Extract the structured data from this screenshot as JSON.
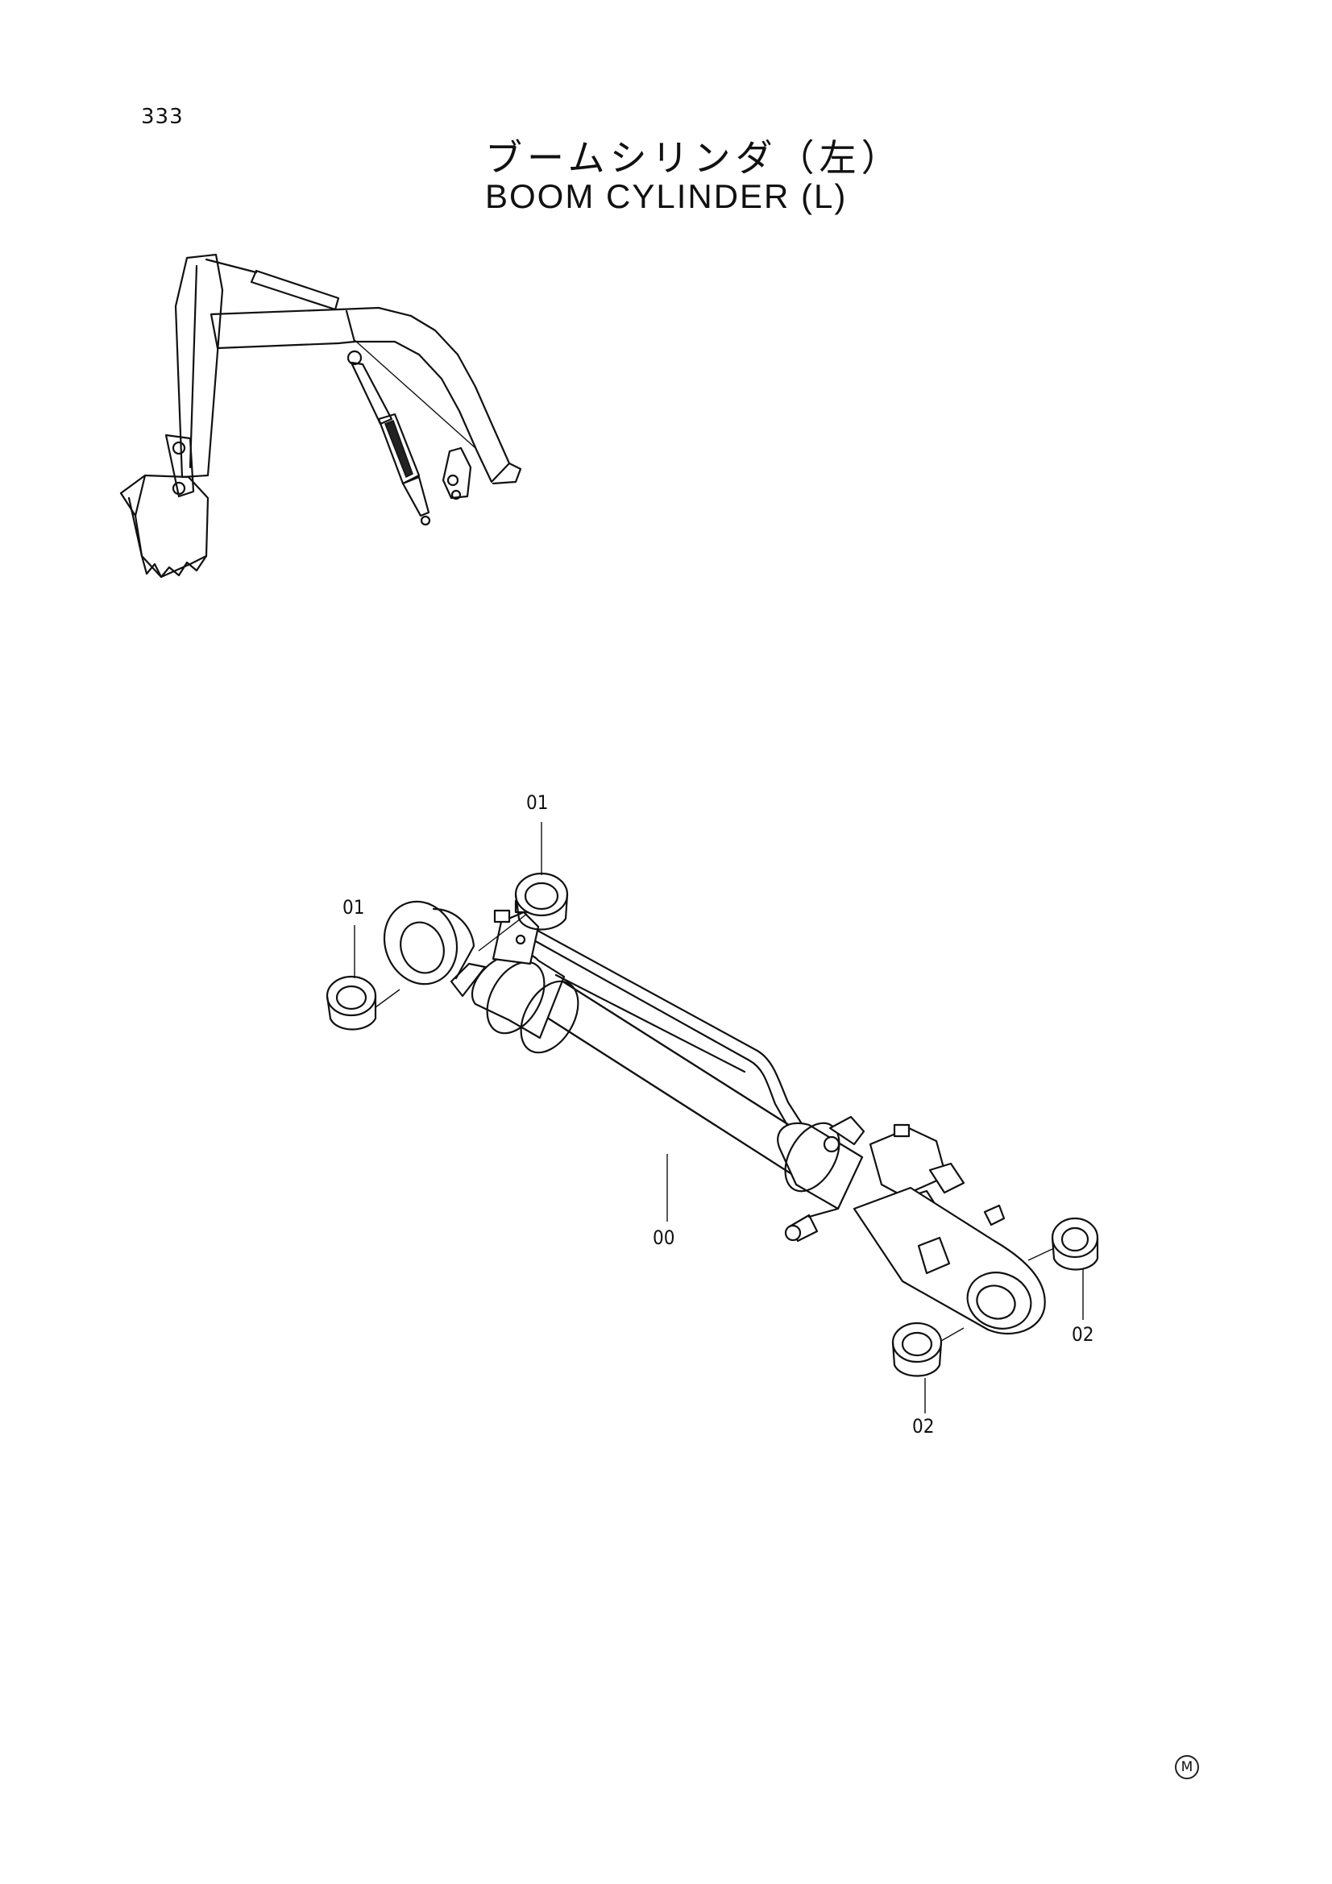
{
  "page_number": "333",
  "title_jp": "ブームシリンダ（左）",
  "title_en": "BOOM CYLINDER (L)",
  "callouts": {
    "bushing_rod_top": "01",
    "bushing_rod_left": "01",
    "cylinder": "00",
    "bushing_bottom_right": "02",
    "bushing_bottom_center": "02"
  },
  "footer_mark": "M"
}
